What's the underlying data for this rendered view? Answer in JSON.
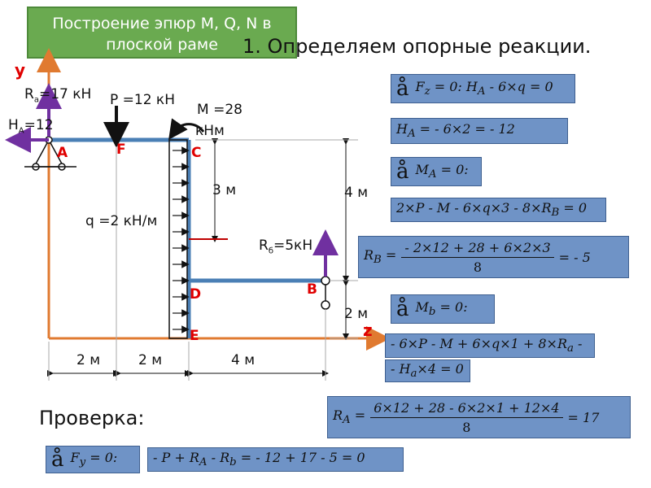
{
  "slide": {
    "title": "Построение эпюр M, Q, N в плоской раме",
    "heading": "1. Определяем опорные реакции.",
    "check_label": "Проверка:"
  },
  "frame": {
    "axis_y": "y",
    "axis_z": "z",
    "points": {
      "A": "A",
      "F": "F",
      "C": "C",
      "D": "D",
      "E": "E",
      "B": "B"
    },
    "loads": {
      "RA": "R",
      "RA_sub": "a",
      "RA_value": "=17 кН",
      "HA": "H",
      "HA_sub": "A",
      "HA_value": "=12",
      "P": "P =12 кН",
      "M_line1": "M =28",
      "M_line2": "кНм",
      "q": "q =2 кН/м",
      "RB": "R",
      "RB_sub": "б",
      "RB_value": "=5кН"
    },
    "dims": {
      "d1": "2 м",
      "d2": "2 м",
      "d3": "4 м",
      "v1": "3 м",
      "v2": "4 м",
      "v3": "2 м"
    }
  },
  "equations": {
    "eq1_sum": "å",
    "eq1": "F<sub>z</sub> = 0: H<sub>A</sub> - 6×q = 0",
    "eq2": "H<sub>A</sub> = - 6×2 = - 12",
    "eq3_sum": "å",
    "eq3": "M<sub>A</sub> = 0:",
    "eq4": "2×P - M - 6×q×3 - 8×R<sub>B</sub> = 0",
    "eq5_lhs": "R<sub>B</sub> =",
    "eq5_num": "- 2×12 + 28 + 6×2×3",
    "eq5_den": "8",
    "eq5_rhs": "= - 5",
    "eq6_sum": "å",
    "eq6": "M<sub>b</sub> = 0:",
    "eq7": "- 6×P - M + 6×q×1 + 8×R<sub>a</sub> -",
    "eq8": "- H<sub>a</sub>×4 = 0",
    "eq9_lhs": "R<sub>A</sub> =",
    "eq9_num": "6×12 + 28 - 6×2×1 + 12×4",
    "eq9_den": "8",
    "eq9_rhs": "= 17",
    "eq10_sum": "å",
    "eq10": "F<sub>y</sub> = 0:",
    "eq11": "- P + R<sub>A</sub> - R<sub>b</sub> = - 12 + 17 - 5 = 0"
  },
  "colors": {
    "title_bg": "#6aaa50",
    "eq_bg": "#6f93c6",
    "frame": "#4a7fb5",
    "axis": "#e07a30",
    "reaction": "#7030a0"
  }
}
